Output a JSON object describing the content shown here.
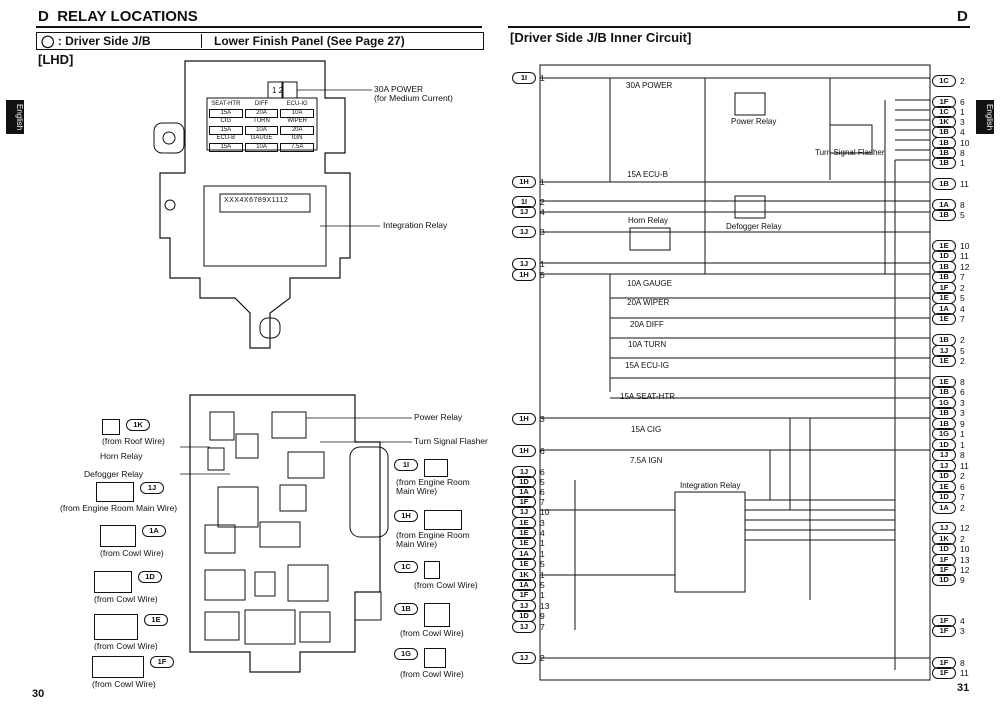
{
  "left": {
    "section_letter": "D",
    "section_title": "RELAY LOCATIONS",
    "title_box": {
      "symbol": "◯ :",
      "title": "Driver Side J/B",
      "location": "Lower Finish Panel (See Page 27)"
    },
    "variant": "[LHD]",
    "top_callouts": {
      "power_30a": "30A POWER",
      "power_30a_note": "(for Medium Current)",
      "integration_relay": "Integration Relay"
    },
    "fuse_labels": [
      [
        "SEAT-HTR",
        "DIFF",
        "ECU-IG"
      ],
      [
        "15A",
        "20A",
        "10A"
      ],
      [
        "CIG",
        "TURN",
        "WIPER"
      ],
      [
        "15A",
        "10A",
        "20A"
      ],
      [
        "ECU-B",
        "GAUGE",
        "IGN"
      ],
      [
        "15A",
        "10A",
        "7.5A"
      ]
    ],
    "slot_numbers": "1 2",
    "relay_slots": "XXX4X6789X1112",
    "bottom_callouts": {
      "power_relay": "Power Relay",
      "turn_signal_flasher": "Turn Signal Flasher",
      "horn_relay": "Horn Relay",
      "defogger_relay": "Defogger Relay"
    },
    "connectors": [
      {
        "id": "1K",
        "note": "(from Roof Wire)"
      },
      {
        "id": "1J",
        "note": "(from Engine Room Main Wire)"
      },
      {
        "id": "1A",
        "note": "(from Cowl Wire)"
      },
      {
        "id": "1D",
        "note": "(from Cowl Wire)"
      },
      {
        "id": "1E",
        "note": "(from Cowl Wire)"
      },
      {
        "id": "1F",
        "note": "(from Cowl Wire)"
      },
      {
        "id": "1I",
        "note": "(from Engine Room Main Wire)"
      },
      {
        "id": "1H",
        "note": "(from Engine Room Main Wire)"
      },
      {
        "id": "1C",
        "note": "(from Cowl Wire)"
      },
      {
        "id": "1B",
        "note": "(from Cowl Wire)"
      },
      {
        "id": "1G",
        "note": "(from Cowl Wire)"
      }
    ],
    "side_tab": "English",
    "page_number": "30"
  },
  "right": {
    "section_letter": "D",
    "title": "[Driver Side J/B Inner Circuit]",
    "side_tab": "English",
    "page_number": "31",
    "components": {
      "f30a": "30A POWER",
      "power_relay": "Power Relay",
      "turn_signal_flasher": "Turn Signal Flasher",
      "f15a_ecub": "15A ECU-B",
      "horn_relay": "Horn Relay",
      "defogger_relay": "Defogger Relay",
      "f10a_gauge": "10A GAUGE",
      "f20a_wiper": "20A WIPER",
      "f20a_diff": "20A DIFF",
      "f10a_turn": "10A TURN",
      "f15a_ecuig": "15A ECU-IG",
      "f15a_seathtr": "15A SEAT-HTR",
      "f15a_cig": "15A CIG",
      "f75a_ign": "7.5A IGN",
      "integration_relay": "Integration Relay"
    },
    "left_terminals": [
      {
        "id": "1I",
        "pin": "1"
      },
      {
        "id": "1H",
        "pin": "1"
      },
      {
        "id": "1I",
        "pin": "2"
      },
      {
        "id": "1J",
        "pin": "4"
      },
      {
        "id": "1J",
        "pin": "3"
      },
      {
        "id": "1J",
        "pin": "1"
      },
      {
        "id": "1H",
        "pin": "5"
      },
      {
        "id": "1H",
        "pin": "3"
      },
      {
        "id": "1H",
        "pin": "6"
      },
      {
        "id": "1J",
        "pin": "6"
      },
      {
        "id": "1D",
        "pin": "5"
      },
      {
        "id": "1A",
        "pin": "6"
      },
      {
        "id": "1F",
        "pin": "7"
      },
      {
        "id": "1J",
        "pin": "10"
      },
      {
        "id": "1E",
        "pin": "3"
      },
      {
        "id": "1E",
        "pin": "4"
      },
      {
        "id": "1E",
        "pin": "1"
      },
      {
        "id": "1A",
        "pin": "1"
      },
      {
        "id": "1E",
        "pin": "5"
      },
      {
        "id": "1K",
        "pin": "1"
      },
      {
        "id": "1A",
        "pin": "5"
      },
      {
        "id": "1F",
        "pin": "1"
      },
      {
        "id": "1J",
        "pin": "13"
      },
      {
        "id": "1D",
        "pin": "9"
      },
      {
        "id": "1J",
        "pin": "7"
      },
      {
        "id": "1J",
        "pin": "2"
      }
    ],
    "right_terminals": [
      {
        "id": "1C",
        "pin": "2"
      },
      {
        "id": "1F",
        "pin": "6"
      },
      {
        "id": "1C",
        "pin": "1"
      },
      {
        "id": "1K",
        "pin": "3"
      },
      {
        "id": "1B",
        "pin": "4"
      },
      {
        "id": "1B",
        "pin": "10"
      },
      {
        "id": "1B",
        "pin": "8"
      },
      {
        "id": "1B",
        "pin": "1"
      },
      {
        "id": "1B",
        "pin": "11"
      },
      {
        "id": "1A",
        "pin": "8"
      },
      {
        "id": "1B",
        "pin": "5"
      },
      {
        "id": "1E",
        "pin": "10"
      },
      {
        "id": "1D",
        "pin": "11"
      },
      {
        "id": "1B",
        "pin": "12"
      },
      {
        "id": "1B",
        "pin": "7"
      },
      {
        "id": "1F",
        "pin": "2"
      },
      {
        "id": "1E",
        "pin": "5"
      },
      {
        "id": "1A",
        "pin": "4"
      },
      {
        "id": "1E",
        "pin": "7"
      },
      {
        "id": "1B",
        "pin": "2"
      },
      {
        "id": "1J",
        "pin": "5"
      },
      {
        "id": "1E",
        "pin": "2"
      },
      {
        "id": "1E",
        "pin": "8"
      },
      {
        "id": "1B",
        "pin": "6"
      },
      {
        "id": "1G",
        "pin": "3"
      },
      {
        "id": "1B",
        "pin": "3"
      },
      {
        "id": "1B",
        "pin": "9"
      },
      {
        "id": "1G",
        "pin": "1"
      },
      {
        "id": "1D",
        "pin": "1"
      },
      {
        "id": "1J",
        "pin": "8"
      },
      {
        "id": "1J",
        "pin": "11"
      },
      {
        "id": "1D",
        "pin": "2"
      },
      {
        "id": "1E",
        "pin": "6"
      },
      {
        "id": "1D",
        "pin": "7"
      },
      {
        "id": "1A",
        "pin": "2"
      },
      {
        "id": "1J",
        "pin": "12"
      },
      {
        "id": "1K",
        "pin": "2"
      },
      {
        "id": "1D",
        "pin": "10"
      },
      {
        "id": "1F",
        "pin": "13"
      },
      {
        "id": "1F",
        "pin": "12"
      },
      {
        "id": "1D",
        "pin": "9"
      },
      {
        "id": "1F",
        "pin": "4"
      },
      {
        "id": "1F",
        "pin": "3"
      },
      {
        "id": "1F",
        "pin": "8"
      },
      {
        "id": "1F",
        "pin": "11"
      }
    ]
  }
}
